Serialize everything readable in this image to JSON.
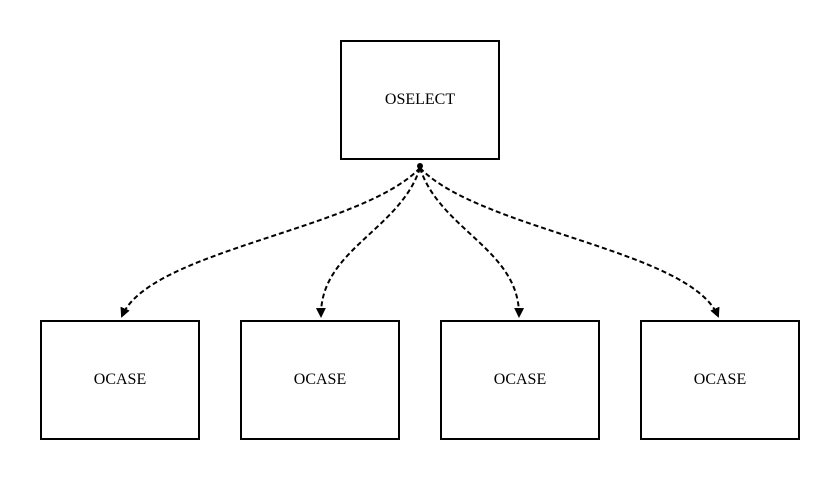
{
  "root": {
    "label": "OSELECT"
  },
  "children": [
    {
      "label": "OCASE"
    },
    {
      "label": "OCASE"
    },
    {
      "label": "OCASE"
    },
    {
      "label": "OCASE"
    }
  ],
  "edge_style": "dashed",
  "colors": {
    "stroke": "#000000",
    "background": "#ffffff"
  }
}
